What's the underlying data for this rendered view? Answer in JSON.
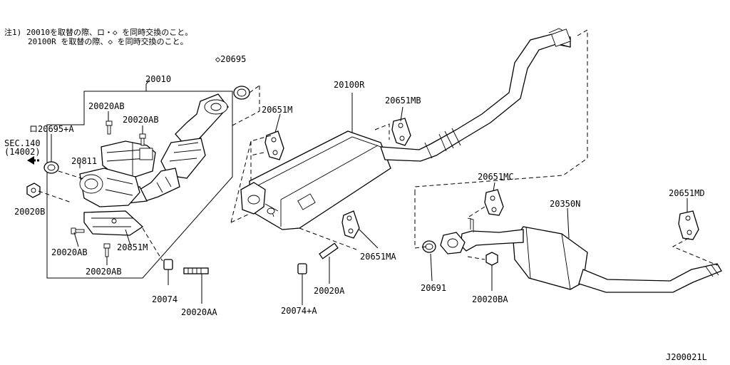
{
  "notes": {
    "line1": "注1) 20010を取替の際、ロ・◇ を同時交換のこと。",
    "line2": "20100R を取替の際、◇ を同時交換のこと。"
  },
  "labels": {
    "p20695": "◇20695",
    "p20010": "20010",
    "p20695A": "ロ20695+A",
    "sec140": "SEC.140",
    "sec14002": "(14002)",
    "p20020AB_top1": "20020AB",
    "p20020AB_top2": "20020AB",
    "p20811": "20811",
    "p20020B": "20020B",
    "p20020AB_mid": "20020AB",
    "p20851M": "20851M",
    "p20020AB_bot": "20020AB",
    "p20074": "20074",
    "p20020AA": "20020AA",
    "p20651M": "20651M",
    "p20100R": "20100R",
    "p20651MB": "20651MB",
    "p20651MA": "20651MA",
    "p20074A": "20074+A",
    "p20020A": "20020A",
    "p20651MC": "20651MC",
    "p20350N": "20350N",
    "p20651MD": "20651MD",
    "p20691": "20691",
    "p20020BA": "20020BA"
  },
  "diagram_id": "J200021L",
  "icons": {
    "front_arrow": "front-arrow-icon"
  }
}
